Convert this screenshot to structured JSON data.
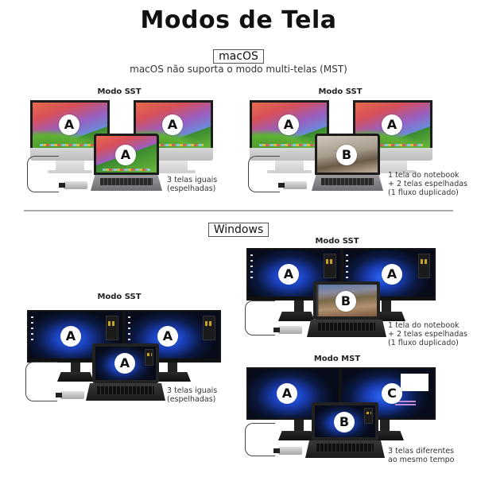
{
  "title": "Modos de Tela",
  "macos": {
    "label": "macOS",
    "note": "macOS não suporta o modo multi-telas (MST)",
    "panels": [
      {
        "mode": "Modo SST",
        "screens": [
          "A",
          "A",
          "A"
        ],
        "caption_lines": [
          "3 telas iguais",
          "(espelhadas)"
        ]
      },
      {
        "mode": "Modo SST",
        "screens": [
          "A",
          "A",
          "B"
        ],
        "caption_lines": [
          "1 tela do notebook",
          "+ 2 telas espelhadas",
          "(1 fluxo duplicado)"
        ]
      }
    ]
  },
  "windows": {
    "label": "Windows",
    "panels": [
      {
        "mode": "Modo SST",
        "screens": [
          "A",
          "A",
          "A"
        ],
        "caption_lines": [
          "3 telas iguais",
          "(espelhadas)"
        ]
      },
      {
        "mode": "Modo SST",
        "screens": [
          "A",
          "A",
          "B"
        ],
        "caption_lines": [
          "1 tela do notebook",
          "+ 2 telas espelhadas",
          "(1 fluxo duplicado)"
        ]
      },
      {
        "mode": "Modo MST",
        "screens": [
          "A",
          "C",
          "B"
        ],
        "caption_lines": [
          "3 telas diferentes",
          "ao mesmo tempo"
        ]
      }
    ]
  },
  "colors": {
    "divider": "#aaaaaa",
    "badge_bg": "#ffffff",
    "text": "#222222"
  }
}
